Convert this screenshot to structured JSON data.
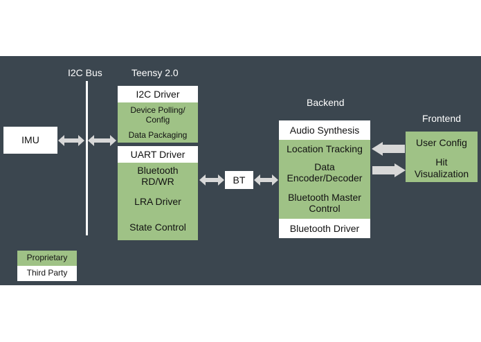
{
  "labels": {
    "i2c_bus": "I2C Bus",
    "teensy": "Teensy 2.0",
    "backend": "Backend",
    "frontend": "Frontend"
  },
  "imu": "IMU",
  "bt": "BT",
  "teensy_blocks": {
    "i2c_driver": "I2C Driver",
    "device_polling": "Device Polling/\nConfig",
    "data_packaging": "Data Packaging",
    "uart_driver": "UART Driver",
    "bluetooth_rdwr": "Bluetooth\nRD/WR",
    "lra_driver": "LRA Driver",
    "state_control": "State Control"
  },
  "backend_blocks": {
    "audio_synthesis": "Audio Synthesis",
    "location_tracking": "Location Tracking",
    "data_codec": "Data\nEncoder/Decoder",
    "bt_master": "Bluetooth Master\nControl",
    "bt_driver": "Bluetooth Driver"
  },
  "frontend_blocks": {
    "user_config": "User Config",
    "hit_viz": "Hit\nVisualization"
  },
  "legend": {
    "proprietary": "Proprietary",
    "third_party": "Third Party"
  },
  "colors": {
    "panel": "#3b464f",
    "proprietary": "#9fc286",
    "third_party": "#ffffff",
    "arrow": "#d8d8d8"
  }
}
